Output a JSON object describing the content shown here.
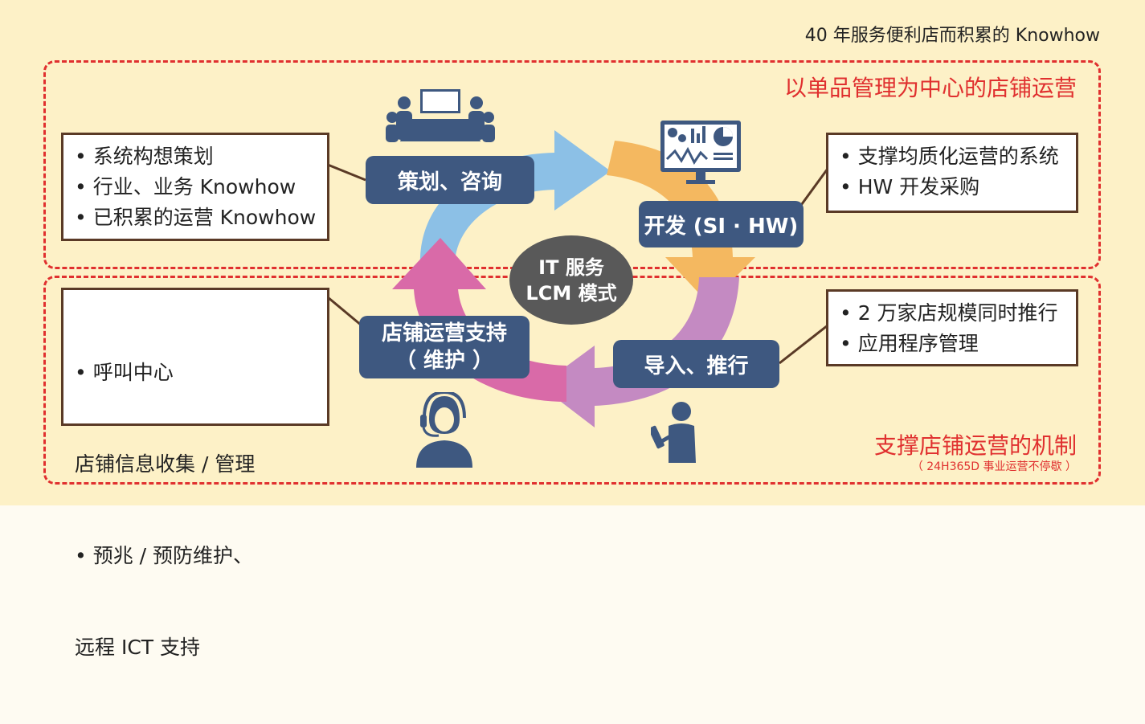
{
  "top_note": "40 年服务便利店而积累的 Knowhow",
  "zone_top": {
    "title": "以单品管理为中心的店铺运营"
  },
  "zone_bottom": {
    "title": "支撑店铺运营的机制",
    "subtitle": "（ 24H365D 事业运营不停歇 ）"
  },
  "center": {
    "line1": "IT 服务",
    "line2": "LCM 模式"
  },
  "stages": {
    "planning": "策划、咨询",
    "development": "开发 (SI · HW)",
    "rollout": "导入、推行",
    "support_line1": "店铺运营支持",
    "support_line2": "（ 维护 ）"
  },
  "boxes": {
    "planning": [
      "• 系统构想策划",
      "• 行业、业务 Knowhow",
      "• 已积累的运营 Knowhow"
    ],
    "development": [
      "• 支撑均质化运营的系统",
      "• HW 开发采购"
    ],
    "rollout": [
      "• 2 万家店规模同时推行",
      "• 应用程序管理"
    ],
    "support": [
      "• 呼叫中心",
      "  店铺信息收集 / 管理",
      "• 预兆 / 预防维护、",
      "  远程 ICT 支持"
    ]
  },
  "colors": {
    "dashed_border": "#e0302f",
    "label_bg": "#3e5880",
    "arrow_blue": "#8cc0e6",
    "arrow_orange": "#f4b860",
    "arrow_purple": "#c48ac2",
    "arrow_pink": "#d96aa8",
    "center_bg": "#595959",
    "background": "#fdf1c7"
  },
  "icons": [
    "meeting-icon",
    "monitor-dashboard-icon",
    "person-tablet-icon",
    "headset-operator-icon"
  ]
}
